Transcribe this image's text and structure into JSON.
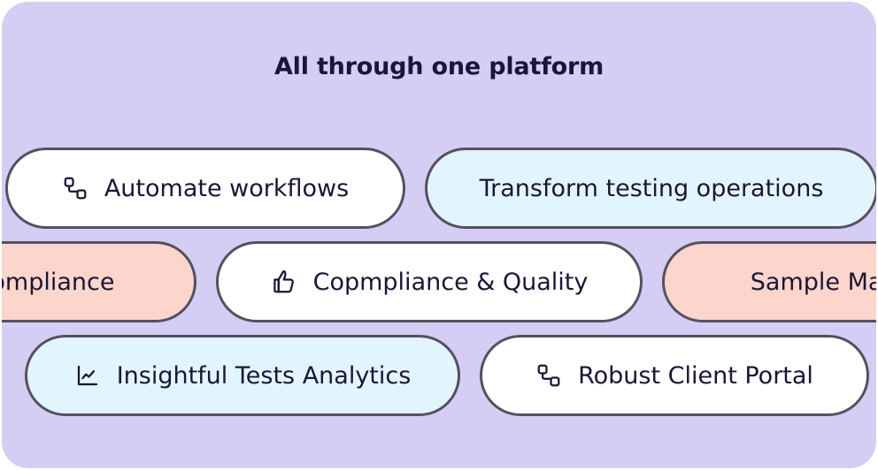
{
  "panel": {
    "bg_color": "#D5CDF4",
    "heading": "All through one platform"
  },
  "colors": {
    "lavender_bg": "#D5CDF4",
    "pill_white": "#FFFFFF",
    "pill_cyan": "#E2F5FD",
    "pill_peach": "#FCD6CC",
    "pill_border": "#54505F",
    "text_dark": "#1B1536"
  },
  "rows": [
    {
      "name": "row-1",
      "pills": [
        {
          "label": "Automate workflows",
          "icon": "workflow-nodes-icon",
          "fill": "white",
          "clipped": "none"
        },
        {
          "label": "Transform testing operations",
          "icon": "none",
          "fill": "cyan",
          "clipped": "none"
        }
      ]
    },
    {
      "name": "row-2",
      "pills": [
        {
          "label": "compliance",
          "icon": "none",
          "fill": "peach",
          "clipped": "left"
        },
        {
          "label": "Copmpliance & Quality",
          "icon": "thumbs-up-icon",
          "fill": "white",
          "clipped": "none"
        },
        {
          "label": "Sample Manag",
          "icon": "none",
          "fill": "peach",
          "clipped": "right"
        }
      ]
    },
    {
      "name": "row-3",
      "pills": [
        {
          "label": "Insightful Tests Analytics",
          "icon": "line-chart-icon",
          "fill": "cyan",
          "clipped": "none"
        },
        {
          "label": "Robust Client Portal",
          "icon": "workflow-nodes-icon",
          "fill": "white",
          "clipped": "none"
        }
      ]
    }
  ]
}
